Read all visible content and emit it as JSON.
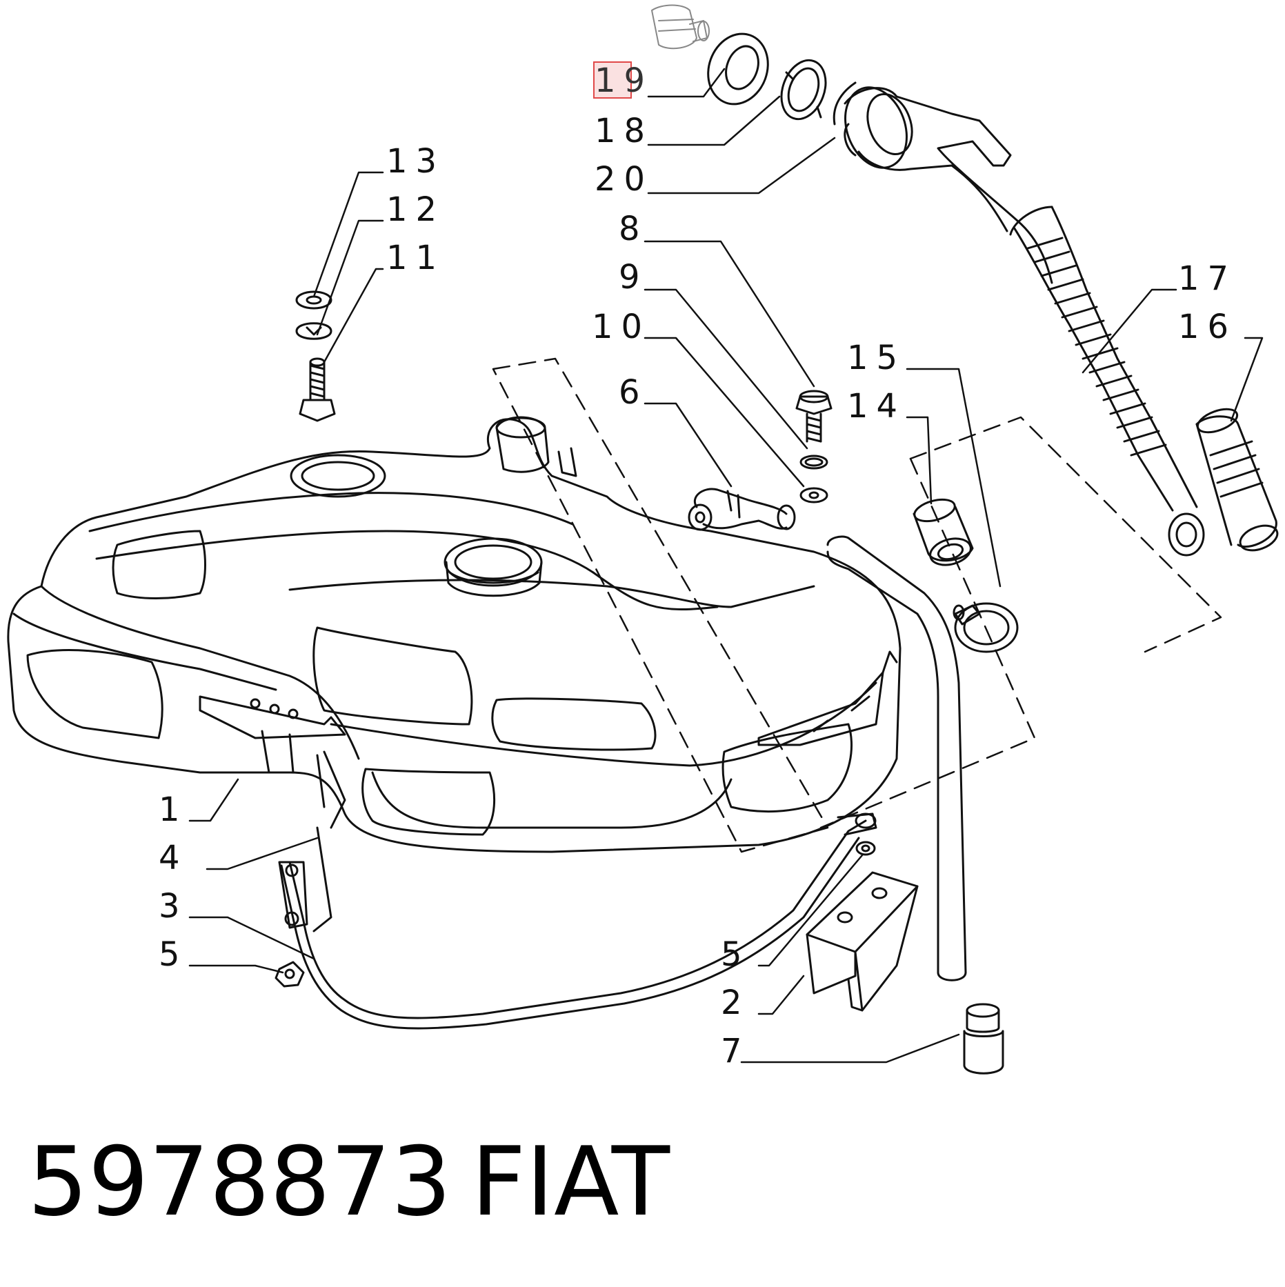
{
  "diagram": {
    "callouts": [
      {
        "id": "c19",
        "text": "19",
        "highlighted": true
      },
      {
        "id": "c18",
        "text": "18"
      },
      {
        "id": "c20",
        "text": "20"
      },
      {
        "id": "c13",
        "text": "13"
      },
      {
        "id": "c12",
        "text": "12"
      },
      {
        "id": "c11",
        "text": "11"
      },
      {
        "id": "c8",
        "text": "8"
      },
      {
        "id": "c9",
        "text": "9"
      },
      {
        "id": "c10",
        "text": "10"
      },
      {
        "id": "c6",
        "text": "6"
      },
      {
        "id": "c17",
        "text": "17"
      },
      {
        "id": "c16",
        "text": "16"
      },
      {
        "id": "c15",
        "text": "15"
      },
      {
        "id": "c14",
        "text": "14"
      },
      {
        "id": "c1",
        "text": "1"
      },
      {
        "id": "c4",
        "text": "4"
      },
      {
        "id": "c3",
        "text": "3"
      },
      {
        "id": "c5a",
        "text": "5"
      },
      {
        "id": "c5b",
        "text": "5"
      },
      {
        "id": "c2",
        "text": "2"
      },
      {
        "id": "c7",
        "text": "7"
      }
    ],
    "highlight_color": "#e04848",
    "line_color": "#111111"
  },
  "footer": {
    "part_number": "5978873",
    "brand": "FIAT"
  }
}
